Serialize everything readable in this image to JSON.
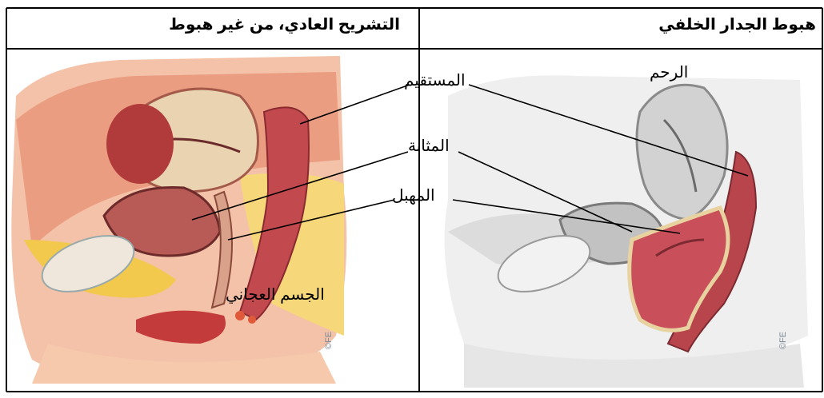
{
  "headers": {
    "left": "التشريح العادي، من غير هبوط",
    "right": "هبوط الجدار الخلفي"
  },
  "labels": {
    "rectum": "المستقيم",
    "bladder": "المثانة",
    "vagina": "المهبل",
    "uterus": "الرحم",
    "perineal_body": "الجسم العجاني"
  },
  "copyright": "©FE",
  "colors": {
    "border": "#000000",
    "flesh": "#e8a383",
    "muscle": "#b4444c",
    "fat": "#f2c94c",
    "bone": "#efd9b6",
    "gray_anatomy": "#cfcfcf"
  }
}
